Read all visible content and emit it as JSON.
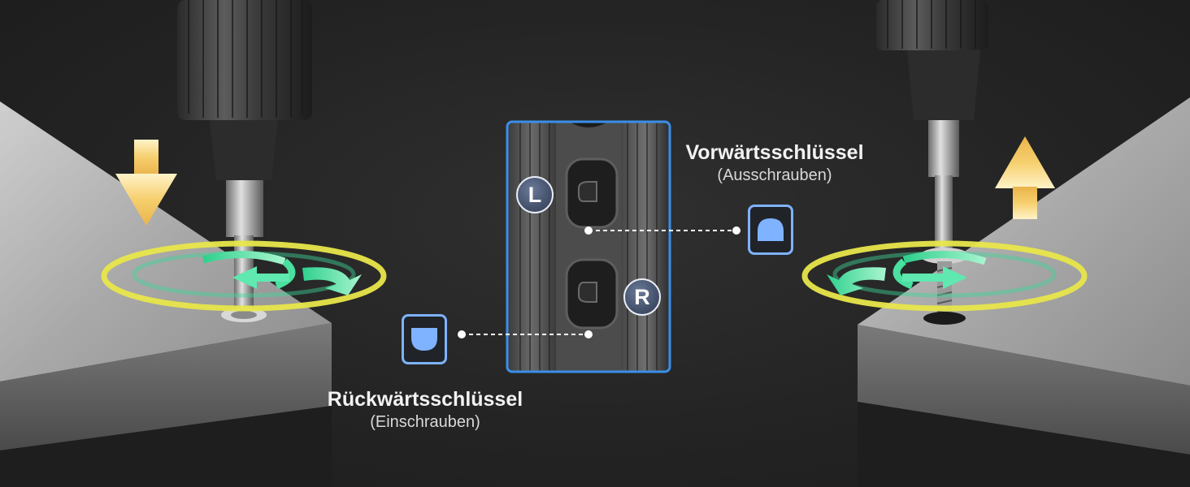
{
  "forward": {
    "title": "Vorwärtsschlüssel",
    "subtitle": "(Ausschrauben)",
    "button_letter": "L",
    "icon": "dome-up-icon"
  },
  "reverse": {
    "title": "Rückwärtsschlüssel",
    "subtitle": "(Einschrauben)",
    "button_letter": "R",
    "icon": "dome-down-icon"
  },
  "colors": {
    "accent_blue": "#7fb2ff",
    "frame_blue": "#3a8ee8",
    "ring_yellow": "#e8e64a",
    "arrow_green": "#49e0a0",
    "arrow_gold": "#f3c25a",
    "background": "#262626"
  }
}
